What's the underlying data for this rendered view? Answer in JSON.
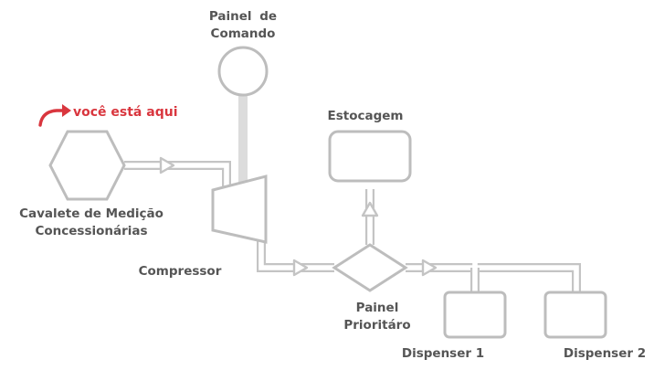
{
  "diagram": {
    "you_are_here": "você está aqui",
    "accent_color": "#d9363e",
    "line_color": "#c4c4c4",
    "nodes": {
      "control_panel": {
        "label_line1": "Painel",
        "label_line2": "de",
        "label_line3": "Comando"
      },
      "meter": {
        "label_line1": "Cavalete de Medição",
        "label_line2": "Concessionárias"
      },
      "compressor": {
        "label": "Compressor"
      },
      "storage": {
        "label": "Estocagem"
      },
      "priority_panel": {
        "label_line1": "Painel",
        "label_line2": "Prioritáro"
      },
      "dispenser_1": {
        "label": "Dispenser 1"
      },
      "dispenser_2": {
        "label": "Dispenser 2"
      }
    }
  }
}
